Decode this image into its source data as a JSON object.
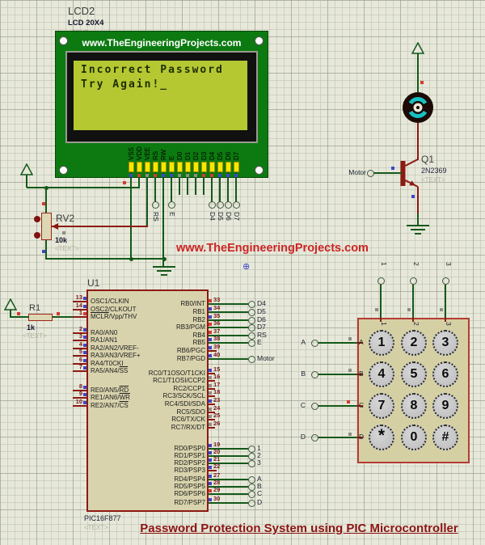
{
  "lcd": {
    "ref": "LCD2",
    "part": "LCD 20X4",
    "placeholder": "<TEXT>",
    "board_title": "www.TheEngineeringProjects.com",
    "screen_lines": [
      "Incorrect Password",
      "Try Again!_"
    ],
    "pins": [
      "VSS",
      "VDD",
      "VEE",
      "RS",
      "RW",
      "E",
      "D0",
      "D1",
      "D2",
      "D3",
      "D4",
      "D5",
      "D6",
      "D7"
    ]
  },
  "lcd_terminals": [
    "RS",
    "E",
    "D4",
    "D5",
    "D6",
    "D7"
  ],
  "pot": {
    "ref": "RV2",
    "value": "10k",
    "placeholder": "<TEXT>"
  },
  "resistor": {
    "ref": "R1",
    "value": "1k",
    "placeholder": "<TEXT>"
  },
  "transistor": {
    "ref": "Q1",
    "part": "2N2369",
    "placeholder": "<TEXT>",
    "base_terminal": "Motor"
  },
  "mcu": {
    "ref": "U1",
    "part": "PIC16F877",
    "placeholder": "<TEXT>",
    "left_pins": [
      {
        "num": "13",
        "label": "OSC1/CLKIN"
      },
      {
        "num": "14",
        "label": "OSC2/CLKOUT"
      },
      {
        "num": "1",
        "label": "{MCLR}/Vpp/THV"
      },
      {
        "num": "2",
        "label": "RA0/AN0"
      },
      {
        "num": "3",
        "label": "RA1/AN1"
      },
      {
        "num": "4",
        "label": "RA2/AN2/VREF-"
      },
      {
        "num": "5",
        "label": "RA3/AN3/VREF+"
      },
      {
        "num": "6",
        "label": "RA4/T0CKI"
      },
      {
        "num": "7",
        "label": "RA5/AN4/{SS}"
      },
      {
        "num": "8",
        "label": "RE0/AN5/{RD}"
      },
      {
        "num": "9",
        "label": "RE1/AN6/{WR}"
      },
      {
        "num": "10",
        "label": "RE2/AN7/{CS}"
      }
    ],
    "rb_pins": [
      {
        "num": "33",
        "label": "RB0/INT",
        "terminal": "D4"
      },
      {
        "num": "34",
        "label": "RB1",
        "terminal": "D5"
      },
      {
        "num": "35",
        "label": "RB2",
        "terminal": "D6"
      },
      {
        "num": "36",
        "label": "RB3/PGM",
        "terminal": "D7"
      },
      {
        "num": "37",
        "label": "RB4",
        "terminal": "RS"
      },
      {
        "num": "38",
        "label": "RB5",
        "terminal": "E"
      },
      {
        "num": "39",
        "label": "RB6/PGC",
        "terminal": null
      },
      {
        "num": "40",
        "label": "RB7/PGD",
        "terminal": "Motor"
      }
    ],
    "rc_pins": [
      {
        "num": "15",
        "label": "RC0/T1OSO/T1CKI"
      },
      {
        "num": "16",
        "label": "RC1/T1OSI/CCP2"
      },
      {
        "num": "17",
        "label": "RC2/CCP1"
      },
      {
        "num": "18",
        "label": "RC3/SCK/SCL"
      },
      {
        "num": "23",
        "label": "RC4/SDI/SDA"
      },
      {
        "num": "24",
        "label": "RC5/SDO"
      },
      {
        "num": "25",
        "label": "RC6/TX/CK"
      },
      {
        "num": "26",
        "label": "RC7/RX/DT"
      }
    ],
    "rd_pins": [
      {
        "num": "19",
        "label": "RD0/PSP0",
        "terminal": "1"
      },
      {
        "num": "20",
        "label": "RD1/PSP1",
        "terminal": "2"
      },
      {
        "num": "21",
        "label": "RD2/PSP2",
        "terminal": "3"
      },
      {
        "num": "22",
        "label": "RD3/PSP3",
        "terminal": null
      },
      {
        "num": "27",
        "label": "RD4/PSP4",
        "terminal": "A"
      },
      {
        "num": "28",
        "label": "RD5/PSP5",
        "terminal": "B"
      },
      {
        "num": "29",
        "label": "RD6/PSP6",
        "terminal": "C"
      },
      {
        "num": "30",
        "label": "RD7/PSP7",
        "terminal": "D"
      }
    ]
  },
  "keypad": {
    "row_terminals": [
      "A",
      "B",
      "C",
      "D"
    ],
    "col_terminals": [
      "1",
      "2",
      "3"
    ],
    "keys": [
      [
        "1",
        "2",
        "3"
      ],
      [
        "4",
        "5",
        "6"
      ],
      [
        "7",
        "8",
        "9"
      ],
      [
        "*",
        "0",
        "#"
      ]
    ]
  },
  "watermark": "www.TheEngineeringProjects.com",
  "caption": "Password Protection System using PIC Microcontroller"
}
